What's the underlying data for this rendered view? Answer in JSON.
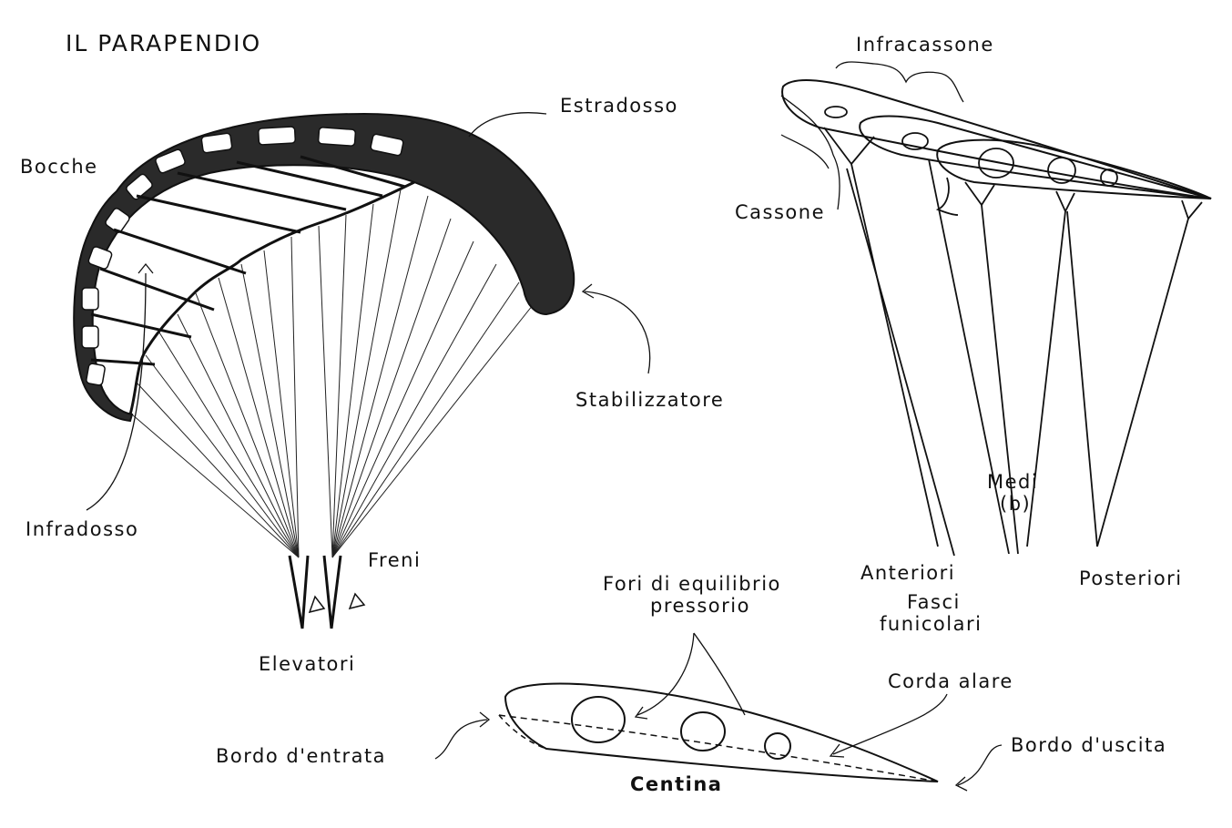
{
  "title": "IL PARAPENDIO",
  "labels": {
    "bocche": "Bocche",
    "estradosso": "Estradosso",
    "stabilizzatore": "Stabilizzatore",
    "infradosso": "Infradosso",
    "freni": "Freni",
    "elevatori": "Elevatori",
    "infracassone": "Infracassone",
    "cassone": "Cassone",
    "medi_line1": "Medi",
    "medi_line2": "(b)",
    "anteriori": "Anteriori",
    "posteriori": "Posteriori",
    "fasci_line1": "Fasci",
    "fasci_line2": "funicolari",
    "fori_line1": "Fori di equilibrio",
    "fori_line2": "pressorio",
    "corda_alare": "Corda alare",
    "bordo_entrata": "Bordo d'entrata",
    "bordo_uscita": "Bordo d'uscita",
    "centina": "Centina"
  }
}
